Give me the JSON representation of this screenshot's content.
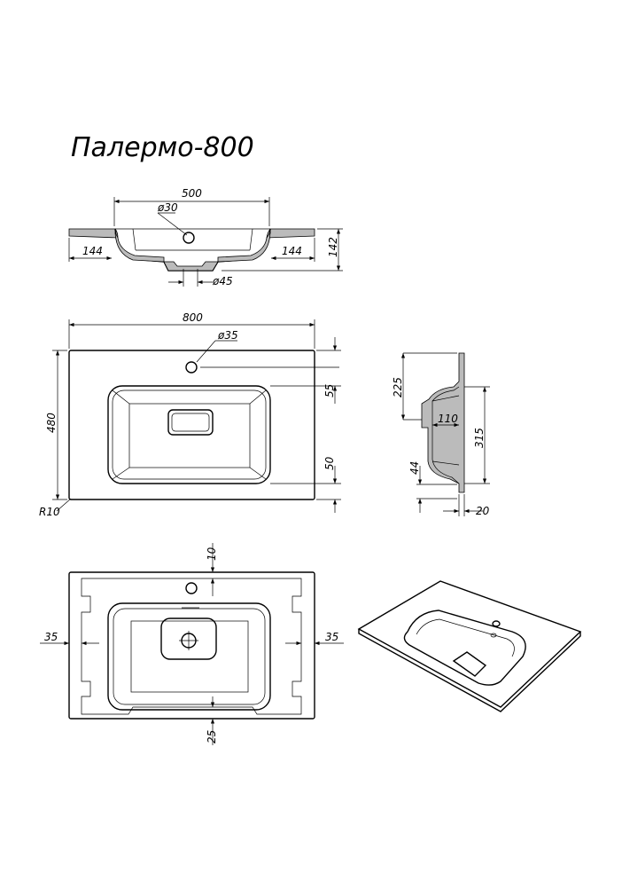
{
  "title": "Палермо-800",
  "front_section": {
    "width_bowl": "500",
    "hole_diameter": "ø30",
    "left_rim": "144",
    "right_rim": "144",
    "height": "142",
    "drain_diameter": "ø45"
  },
  "top_view": {
    "width": "800",
    "hole_diameter": "ø35",
    "depth": "480",
    "hole_offset": "55",
    "front_offset": "50",
    "corner_radius": "R10"
  },
  "side_section": {
    "drain_height": "225",
    "drain_depth": "110",
    "bowl_height": "315",
    "front_lip": "44",
    "thickness": "20"
  },
  "bottom_view": {
    "top_offset": "10",
    "left_offset": "35",
    "right_offset": "35",
    "bottom_offset": "25"
  }
}
